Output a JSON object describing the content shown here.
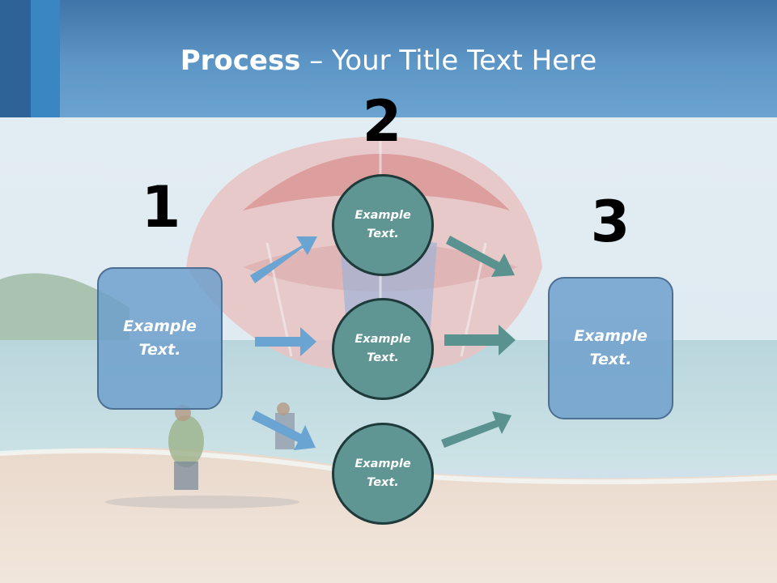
{
  "title": {
    "bold": "Process",
    "rest": " – Your Title Text Here"
  },
  "steps": {
    "one": "1",
    "two": "2",
    "three": "3"
  },
  "left_box": {
    "label": "Example\nText."
  },
  "right_box": {
    "label": "Example\nText."
  },
  "circles": [
    {
      "label": "Example\nText."
    },
    {
      "label": "Example\nText."
    },
    {
      "label": "Example\nText."
    }
  ],
  "colors": {
    "header": "#5d97c7",
    "box_fill": "#6ea0cd",
    "circle_fill": "#5f9592",
    "arrow_blue": "#6aa4d2",
    "arrow_teal": "#5a9290"
  }
}
